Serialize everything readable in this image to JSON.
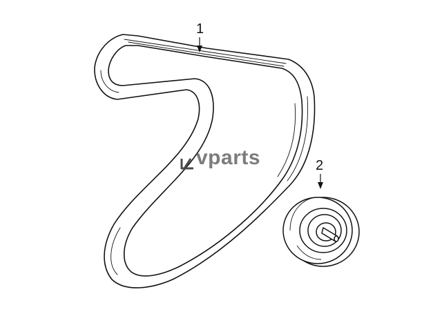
{
  "callouts": {
    "belt_number": "1",
    "pulley_number": "2"
  },
  "watermark": {
    "text": "vparts",
    "color": "#4a4a4a"
  },
  "parts": [
    {
      "number": "1",
      "icon": "serpentine-belt-icon"
    },
    {
      "number": "2",
      "icon": "idler-pulley-icon"
    }
  ],
  "colors": {
    "line": "#111111",
    "background": "#ffffff"
  }
}
